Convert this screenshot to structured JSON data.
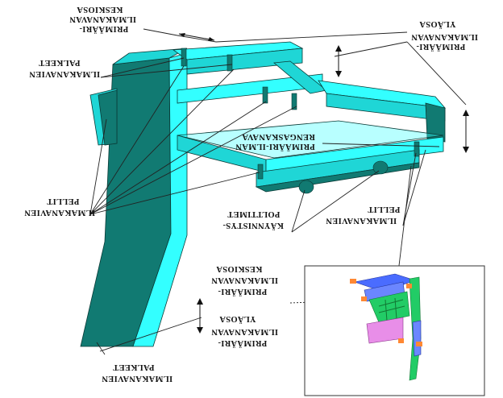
{
  "colors": {
    "duct_light": "#33ffff",
    "duct_mid": "#1fd6d6",
    "duct_dark": "#117a72",
    "outline": "#0a3a36",
    "inset_blue": "#4a6cff",
    "inset_green": "#22cc66",
    "inset_pink": "#e88ee8",
    "inset_orange": "#ff8833"
  },
  "labels": {
    "secondary_nozzles": [
      "PRIMÄÄRI-",
      "ILMAKANAVAN",
      "KESKIOSA"
    ],
    "upper_nozzles_top": [
      "ILMAKANAVIEN",
      "PALKEET"
    ],
    "primary_upper": [
      "PRIMÄÄRI-",
      "ILMAKANAVAN",
      "YLÄOSA"
    ],
    "ring_duct": [
      "PRIMÄÄRI-ILMAN",
      "RENGASKANAVA"
    ],
    "dampers_left": [
      "ILMAKANAVIEN",
      "PELLIT"
    ],
    "dampers_right": [
      "ILMAKANAVIEN",
      "PELLIT"
    ],
    "actuators": [
      "KÄYNNISTYS-",
      "POLTTIMET"
    ],
    "inset_middle": [
      "PRIMÄÄRI-",
      "ILMAKANAVAN",
      "KESKIOSA"
    ],
    "inset_upper": [
      "PRIMÄÄRI-",
      "ILMAKANAVAN",
      "YLÄOSA"
    ],
    "bellows_bottom": [
      "ILMAKANAVIEN",
      "PALKEET"
    ]
  }
}
